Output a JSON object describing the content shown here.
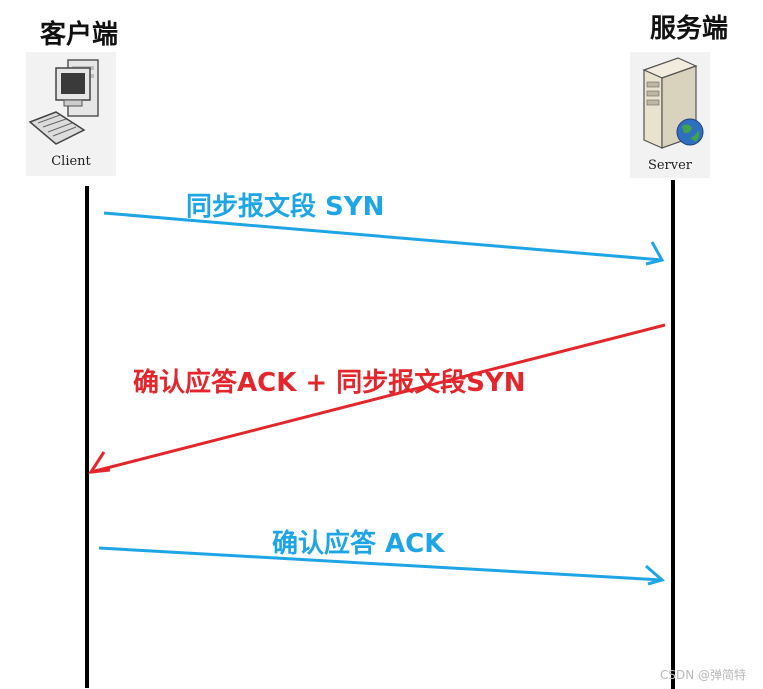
{
  "client": {
    "title": "客户端",
    "caption": "Client"
  },
  "server": {
    "title": "服务端",
    "caption": "Server"
  },
  "messages": [
    {
      "label": "同步报文段 SYN",
      "direction": "client-to-server",
      "color": "#1ea5e6"
    },
    {
      "label": "确认应答ACK + 同步报文段SYN",
      "direction": "server-to-client",
      "color": "#e3262c"
    },
    {
      "label": "确认应答 ACK",
      "direction": "client-to-server",
      "color": "#1ea5e6"
    }
  ],
  "watermark": "CSDN @弹简特"
}
